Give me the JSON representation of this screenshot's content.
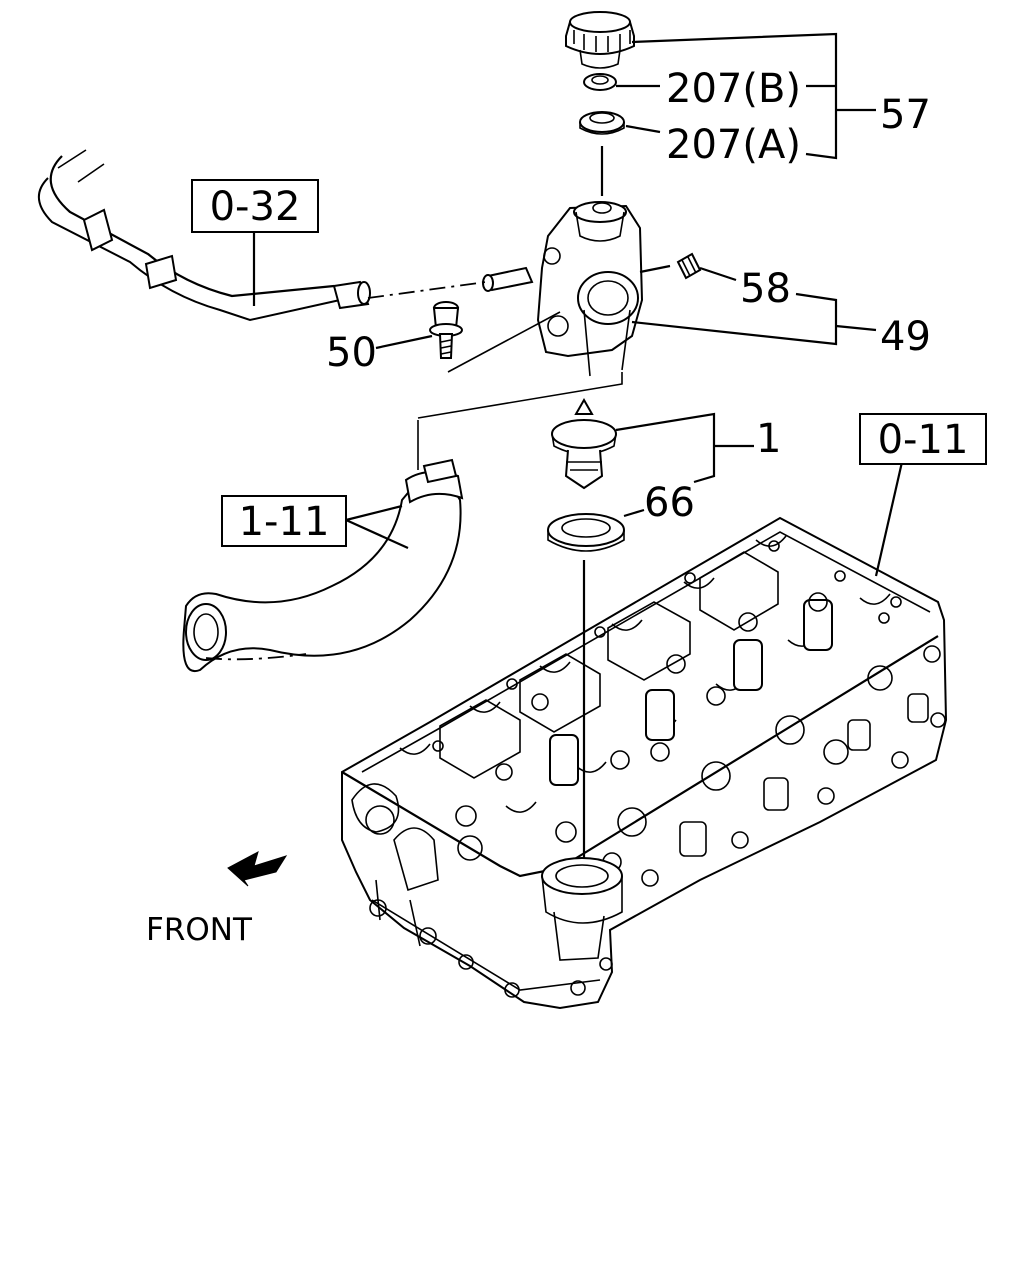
{
  "labels": {
    "p207b": "207(B)",
    "p207a": "207(A)",
    "p57": "57",
    "p58": "58",
    "p49": "49",
    "p50": "50",
    "p1": "1",
    "p66": "66"
  },
  "refs": {
    "ref_0_32": "0-32",
    "ref_1_11": "1-11",
    "ref_0_11": "0-11"
  },
  "front_label": "FRONT",
  "colors": {
    "ink": "#000000",
    "background": "#ffffff"
  }
}
